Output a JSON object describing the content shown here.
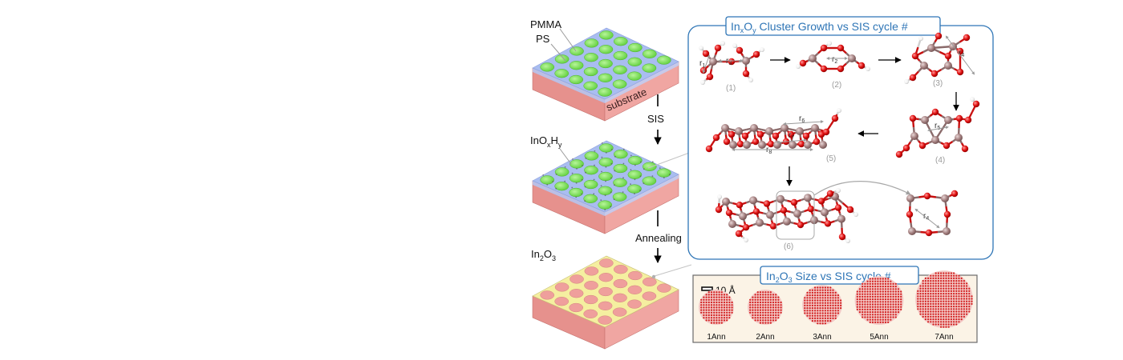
{
  "left_labels": {
    "pmma": "PMMA",
    "ps": "PS",
    "substrate": "substrate",
    "inoxhy": {
      "base": "InO",
      "sub1": "x",
      "mid": "H",
      "sub2": "y"
    },
    "in2o3": {
      "base": "In",
      "sub1": "2",
      "mid": "O",
      "sub2": "3"
    }
  },
  "process_steps": {
    "step1": "SIS",
    "step2": "Annealing"
  },
  "cluster_panel": {
    "title": {
      "pre": "In",
      "sub1": "x",
      "mid": "O",
      "sub2": "y",
      "post": " Cluster Growth vs SIS cycle #"
    },
    "stages": [
      "(1)",
      "(2)",
      "(3)",
      "(4)",
      "(5)",
      "(6)"
    ],
    "distances": {
      "r1": {
        "base": "r",
        "sub": "1"
      },
      "r2": {
        "base": "r",
        "sub": "2"
      },
      "r3": {
        "base": "r",
        "sub": "3"
      },
      "r4": {
        "base": "r",
        "sub": "4"
      },
      "r5": {
        "base": "r",
        "sub": "5"
      },
      "r6": {
        "base": "r",
        "sub": "6"
      },
      "r7": {
        "base": "r",
        "sub": "7"
      },
      "r8": {
        "base": "r",
        "sub": "8"
      },
      "r4_detail": {
        "base": "r",
        "sub": "4"
      }
    }
  },
  "size_panel": {
    "title": {
      "pre": "In",
      "sub1": "2",
      "mid": "O",
      "sub2": "3",
      "post": " Size vs SIS cycle #"
    },
    "scale_bar": "10 Å",
    "items": [
      {
        "label": "1Ann",
        "relative_size": 1.0
      },
      {
        "label": "2Ann",
        "relative_size": 1.0
      },
      {
        "label": "3Ann",
        "relative_size": 1.13
      },
      {
        "label": "5Ann",
        "relative_size": 1.38
      },
      {
        "label": "7Ann",
        "relative_size": 1.63
      }
    ]
  },
  "colors": {
    "pmma_matrix": "#a9bdf0",
    "ps_domain": "#7dde5a",
    "substrate": "#ef9c98",
    "in2o3_film": "#f5efa0",
    "indium_atom": "#a07c7c",
    "oxygen_atom": "#e01010",
    "hydrogen_atom": "#ffffff",
    "panel_border": "#2e75b6",
    "title_text": "#2e75b6",
    "size_panel_bg": "#fbf3e6"
  }
}
